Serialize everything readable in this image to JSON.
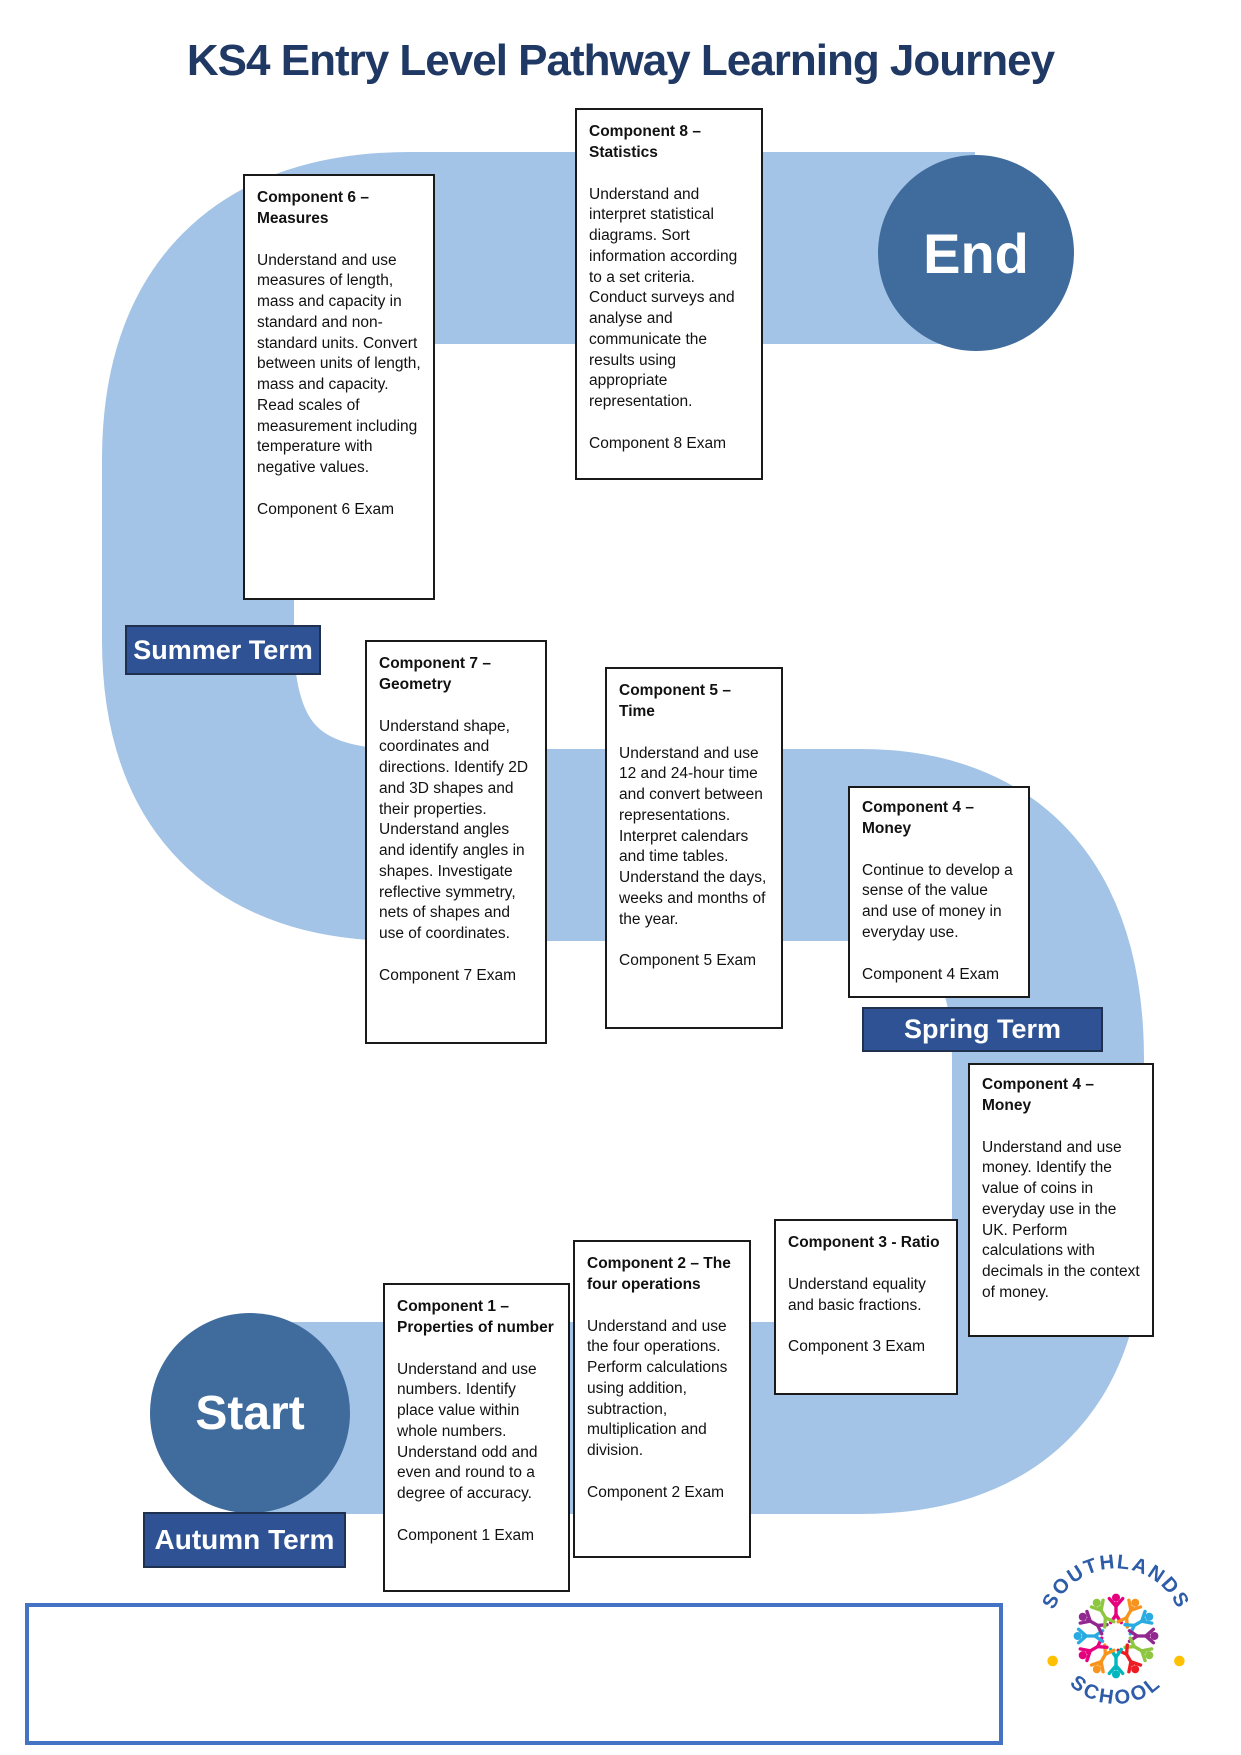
{
  "title": "KS4 Entry Level Pathway Learning Journey",
  "nodes": {
    "start": "Start",
    "end": "End"
  },
  "terms": [
    {
      "label": "Summer Term"
    },
    {
      "label": "Spring Term"
    },
    {
      "label": "Autumn Term"
    }
  ],
  "components": [
    {
      "title": "Component 6 – Measures",
      "body": "Understand and use measures of length, mass and capacity in standard and non-standard units. Convert between units of length, mass and capacity. Read scales of measurement including temperature with negative values.",
      "exam": "Component 6 Exam"
    },
    {
      "title": "Component 8 – Statistics",
      "body": "Understand and interpret statistical diagrams. Sort information according to a set criteria. Conduct surveys and analyse and communicate the results using appropriate representation.",
      "exam": "Component 8 Exam"
    },
    {
      "title": "Component 7 – Geometry",
      "body": "Understand shape, coordinates and directions. Identify 2D and 3D shapes and their properties. Understand angles and identify angles in shapes. Investigate reflective symmetry, nets of shapes and use of coordinates.",
      "exam": "Component 7 Exam"
    },
    {
      "title": "Component 5 – Time",
      "body": "Understand and use 12 and 24-hour time and convert between representations. Interpret calendars and time tables. Understand the days, weeks and months of the year.",
      "exam": "Component 5 Exam"
    },
    {
      "title": "Component 4 – Money",
      "body": "Continue to develop a sense of the value and use of money in everyday use.",
      "exam": "Component 4 Exam"
    },
    {
      "title": "Component 4 – Money",
      "body": "Understand and use money. Identify the value of coins in everyday use in the UK. Perform calculations with decimals in the context of money.",
      "exam": ""
    },
    {
      "title": "Component 3 - Ratio",
      "body": "Understand equality and basic fractions.",
      "exam": "Component 3 Exam"
    },
    {
      "title": "Component 2 – The four operations",
      "body": "Understand and use the four operations. Perform calculations using addition, subtraction, multiplication and division.",
      "exam": "Component 2 Exam"
    },
    {
      "title": "Component 1 – Properties of number",
      "body": "Understand and use numbers. Identify place value within whole numbers. Understand odd and even and round to a degree of accuracy.",
      "exam": "Component 1 Exam"
    }
  ],
  "logo": {
    "top": "SOUTHLANDS",
    "bottom": "SCHOOL"
  },
  "colors": {
    "path": "#a3c4e6",
    "node_fill": "#3f6c9c",
    "term_fill": "#2e5294",
    "title_text": "#1f3864",
    "bottom_box_border": "#4472c4",
    "logo_text": "#2d5ca8",
    "logo_dot": "#ffc000"
  }
}
